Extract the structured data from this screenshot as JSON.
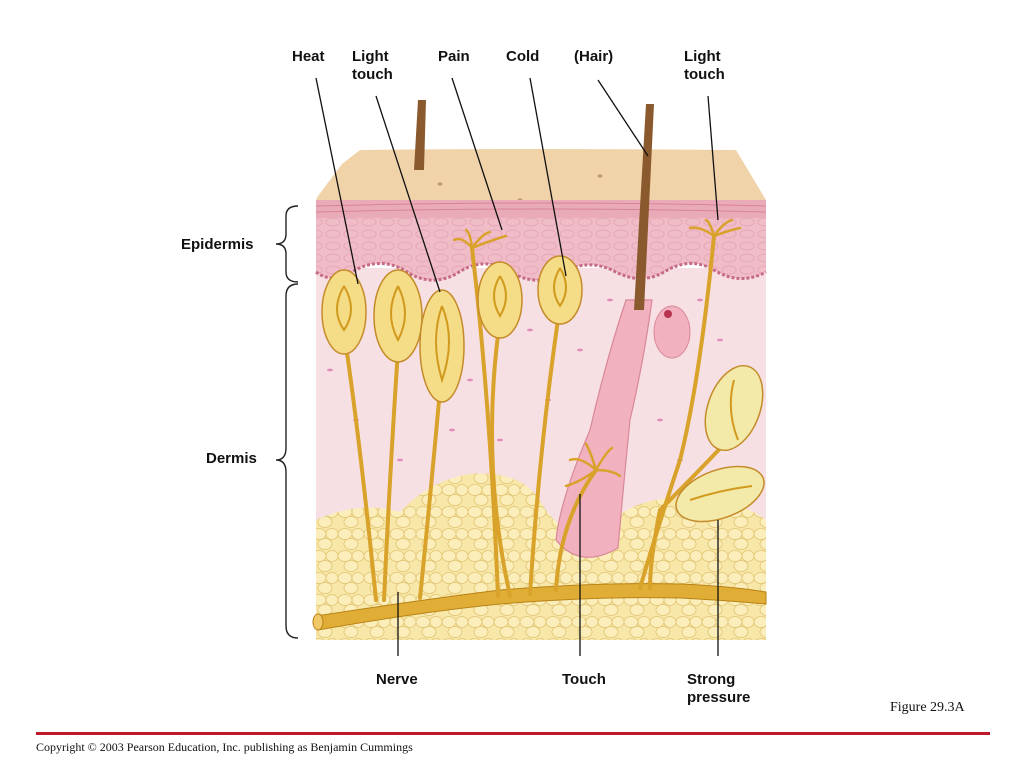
{
  "labels": {
    "heat": "Heat",
    "light_touch_1": "Light\ntouch",
    "pain": "Pain",
    "cold": "Cold",
    "hair": "(Hair)",
    "light_touch_2": "Light\ntouch",
    "epidermis": "Epidermis",
    "dermis": "Dermis",
    "nerve": "Nerve",
    "touch": "Touch",
    "strong_pressure": "Strong\npressure"
  },
  "figure_label": "Figure 29.3A",
  "copyright": "Copyright © 2003 Pearson Education, Inc. publishing as Benjamin Cummings",
  "colors": {
    "surface": "#f1d3a9",
    "epidermis": "#f0bcc8",
    "dermis": "#f7e0e4",
    "fat": "#f7e7a8",
    "nerve": "#d9a22a",
    "hair": "#8a5a2e",
    "follicle": "#f1b1bf",
    "rule": "#c0182b"
  }
}
